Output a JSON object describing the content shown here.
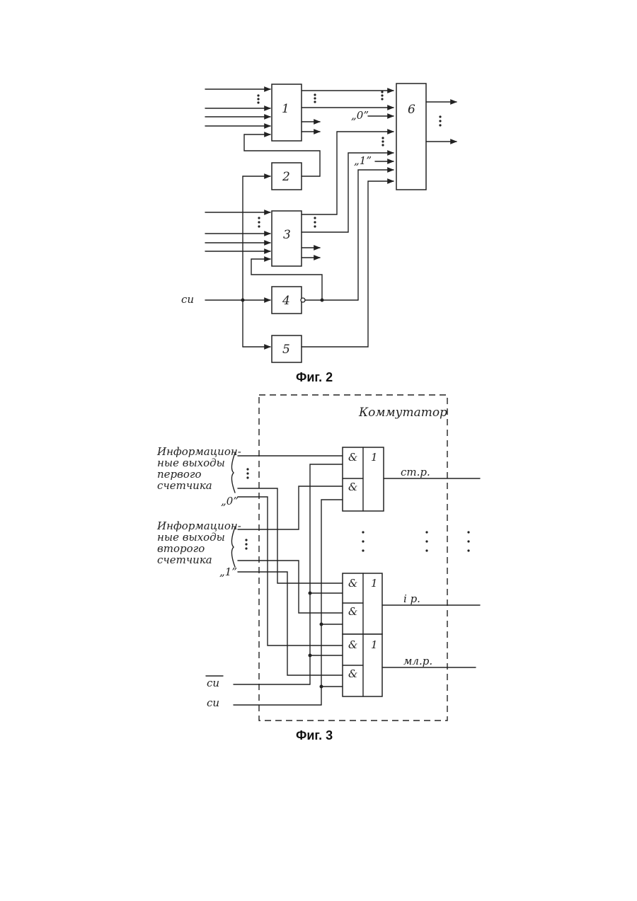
{
  "fig2": {
    "caption": "Фиг. 2",
    "blocks": {
      "b1": "1",
      "b2": "2",
      "b3": "3",
      "b4": "4",
      "b5": "5",
      "b6": "6"
    },
    "input_label": "си",
    "signal_zero": "„0”",
    "signal_one": "„1”"
  },
  "fig3": {
    "caption": "Фиг. 3",
    "title": "Коммутатор",
    "input_group_1": [
      "Информацион-",
      "ные выходы",
      "первого",
      "счетчика"
    ],
    "input_group_2": [
      "Информацион-",
      "ные выходы",
      "второго",
      "счетчика"
    ],
    "signal_zero": "„0”",
    "signal_one": "„1”",
    "clock_inverted": "си",
    "clock": "си",
    "and_symbol": "&",
    "or_symbol": "1",
    "out_high": "ст.р.",
    "out_mid": "i р.",
    "out_low": "мл.р."
  }
}
